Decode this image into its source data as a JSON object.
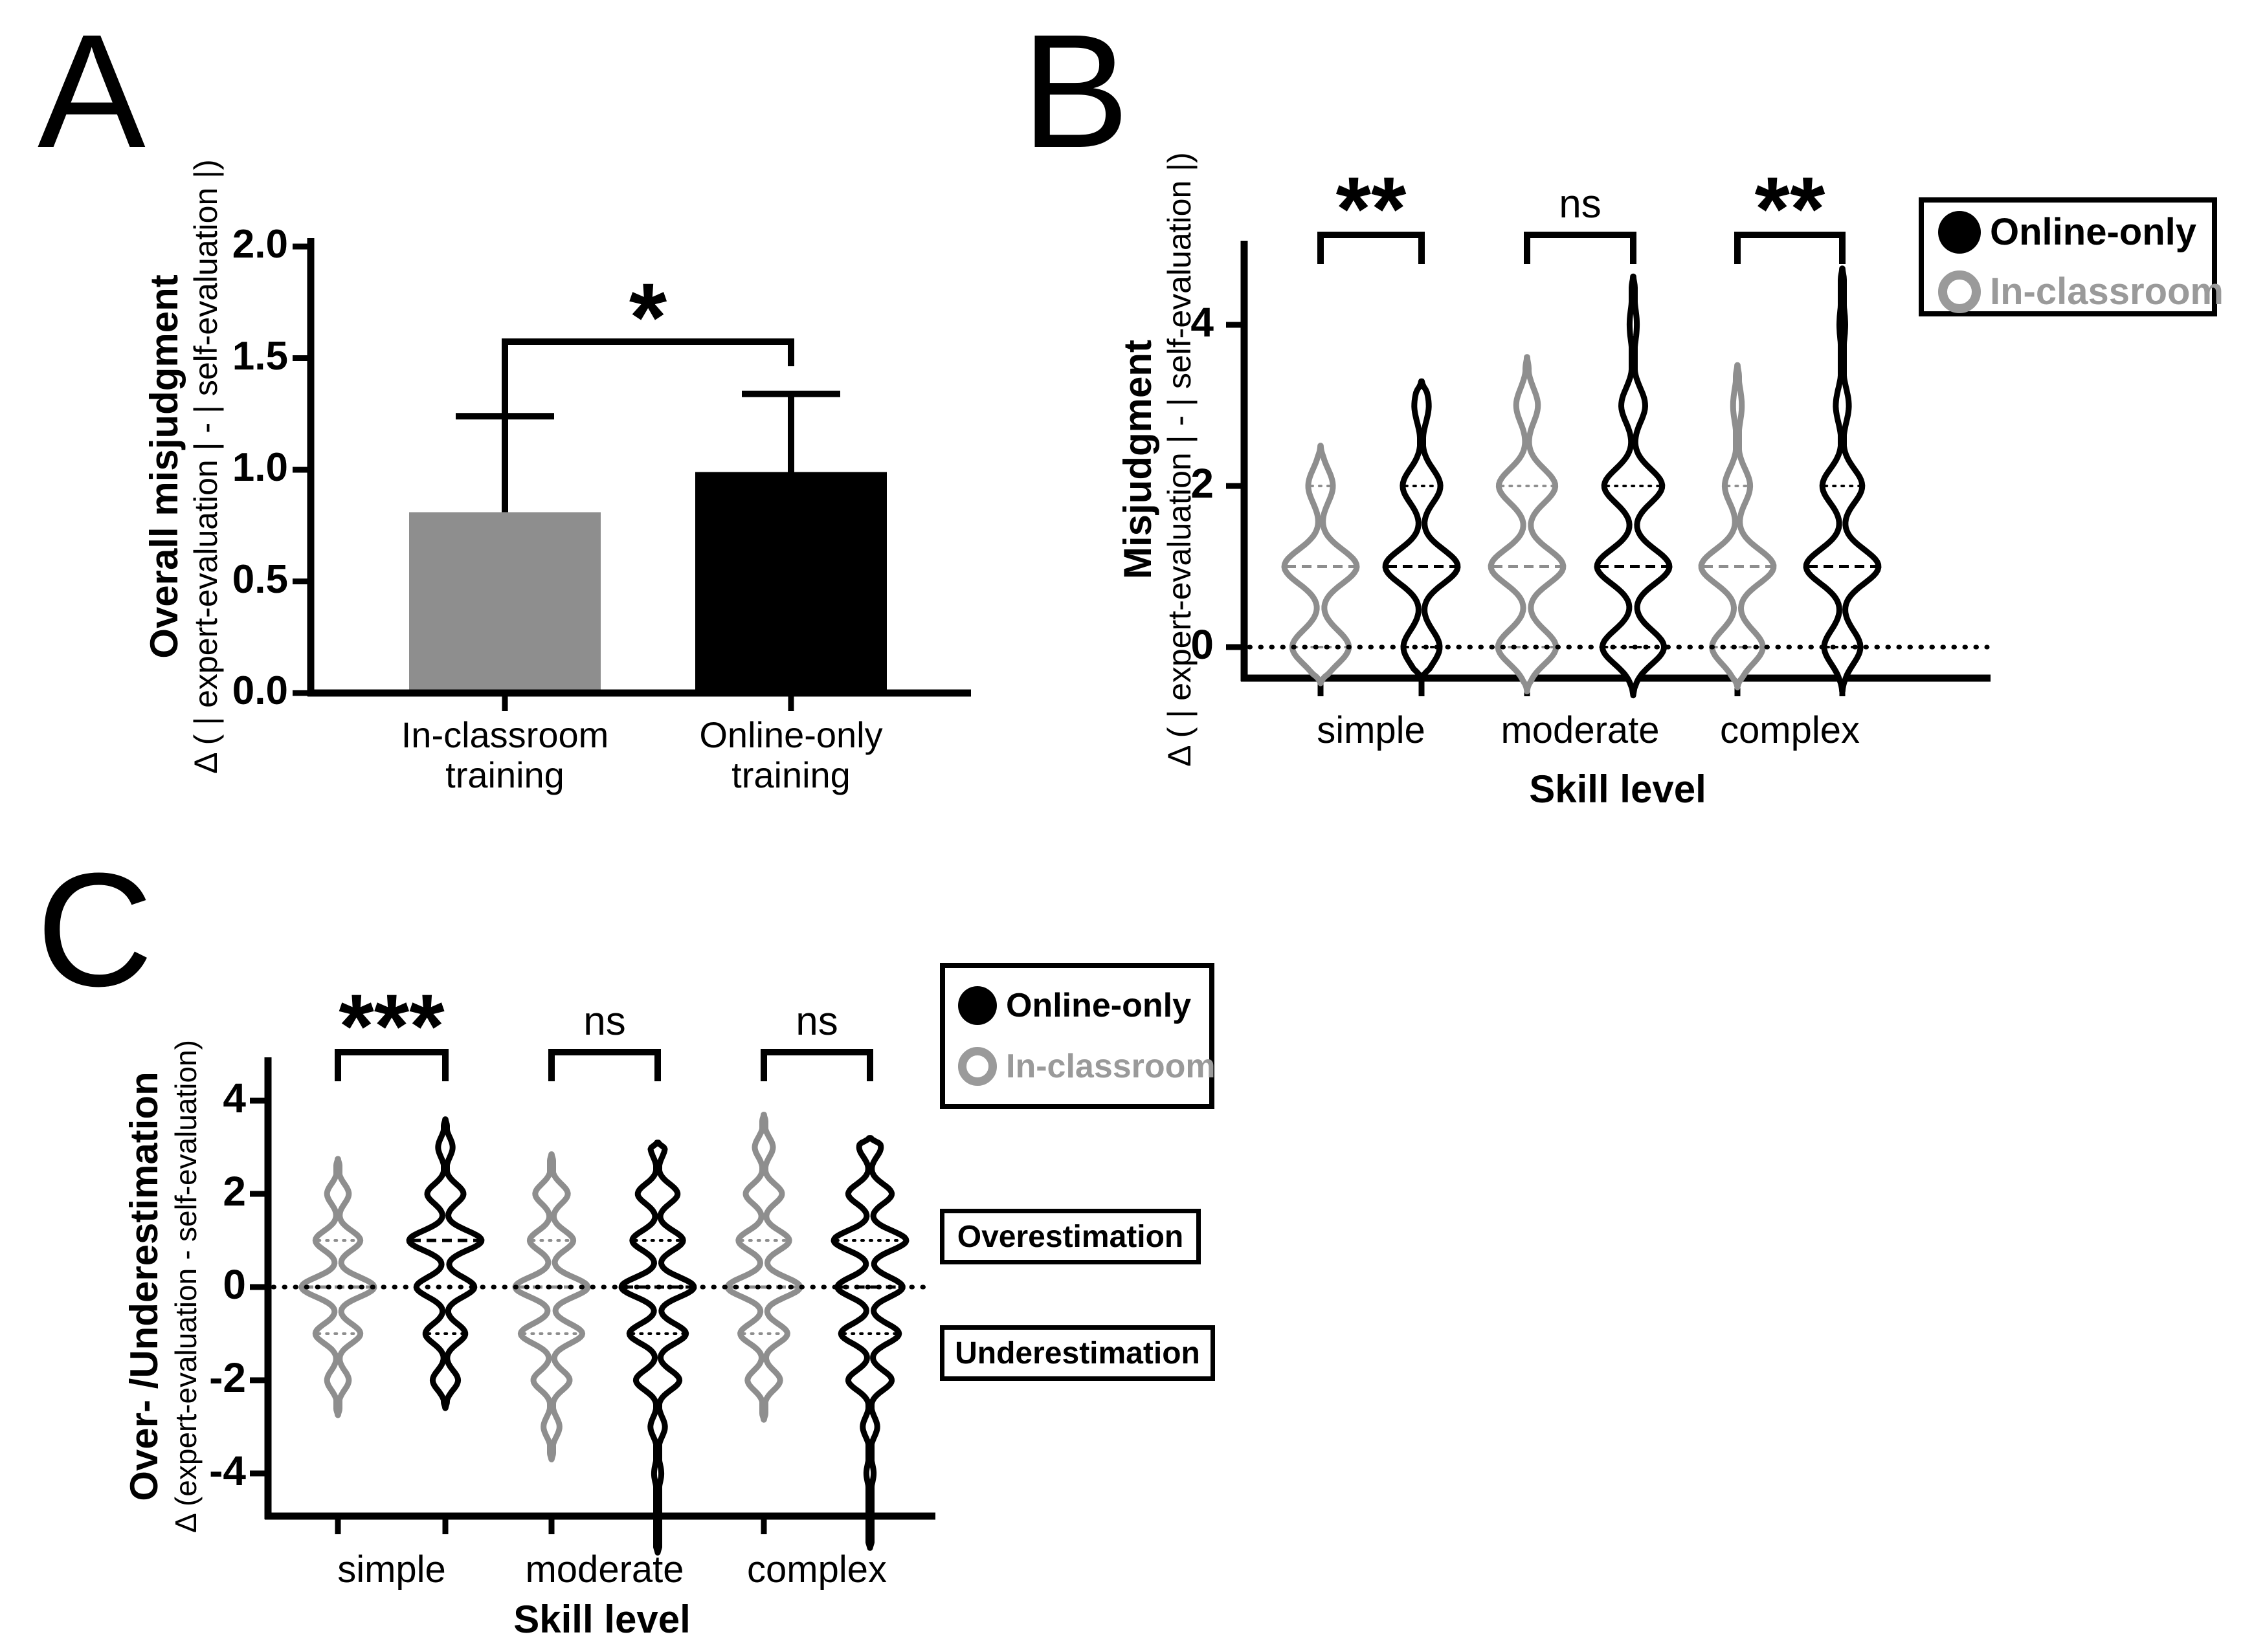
{
  "colors": {
    "black": "#000000",
    "gray": "#8E8E8E",
    "legend_gray": "#9A9A9A",
    "background": "#FFFFFF"
  },
  "chart_data": [
    {
      "id": "A",
      "type": "bar",
      "panel_label": "A",
      "ylabel_bold": "Overall misjudgment",
      "ylabel": "Δ ( | expert-evaluation | - | self-evaluation |)",
      "categories": [
        "In-classroom training",
        "Online-only training"
      ],
      "categories_lines": [
        [
          "In-classroom",
          "training"
        ],
        [
          "Online-only",
          "training"
        ]
      ],
      "values": [
        0.81,
        0.99
      ],
      "error_top": [
        1.24,
        1.34
      ],
      "bar_colors": [
        "#8E8E8E",
        "#000000"
      ],
      "ylim": [
        0,
        2.0
      ],
      "yticks": [
        0,
        0.5,
        1.0,
        1.5,
        2.0
      ],
      "ytick_labels": [
        "0.0",
        "0.5",
        "1.0",
        "1.5",
        "2.0"
      ],
      "significance": {
        "label": "*",
        "between": [
          0,
          1
        ],
        "level": 1.57
      }
    },
    {
      "id": "B",
      "type": "violin",
      "panel_label": "B",
      "ylabel_bold": "Misjudgment",
      "ylabel": "Δ ( | expert-evaluation | - | self-evaluation |)",
      "xlabel": "Skill level",
      "categories": [
        "simple",
        "moderate",
        "complex"
      ],
      "series": [
        "In-classroom",
        "Online-only"
      ],
      "series_colors": [
        "#8E8E8E",
        "#000000"
      ],
      "yticks": [
        0,
        2,
        4
      ],
      "ytick_labels": [
        "0",
        "2",
        "4"
      ],
      "ylim": [
        -0.4,
        5.0
      ],
      "zero_line": 0,
      "significance": [
        {
          "category": "simple",
          "label": "**"
        },
        {
          "category": "moderate",
          "label": "ns"
        },
        {
          "category": "complex",
          "label": "**"
        }
      ],
      "legend": [
        {
          "label": "Online-only",
          "marker": "filled-circle",
          "color": "#000000"
        },
        {
          "label": "In-classroom",
          "marker": "open-circle",
          "color": "#9A9A9A"
        }
      ],
      "violins": [
        {
          "category": "simple",
          "series": "In-classroom",
          "color": "#8E8E8E",
          "min": -0.45,
          "max": 2.5,
          "median": 1,
          "quartiles": [
            0,
            2
          ],
          "bumps": [
            [
              0,
              0.78
            ],
            [
              1,
              1.0
            ],
            [
              2,
              0.34
            ]
          ]
        },
        {
          "category": "simple",
          "series": "Online-only",
          "color": "#000000",
          "min": -0.4,
          "max": 3.3,
          "median": 1,
          "quartiles": [
            0,
            2
          ],
          "bumps": [
            [
              0,
              0.5
            ],
            [
              1,
              1.0
            ],
            [
              2,
              0.52
            ],
            [
              3,
              0.2
            ]
          ]
        },
        {
          "category": "moderate",
          "series": "In-classroom",
          "color": "#8E8E8E",
          "min": -0.55,
          "max": 3.6,
          "median": 1,
          "quartiles": [
            0,
            2
          ],
          "bumps": [
            [
              0,
              0.8
            ],
            [
              1,
              1.0
            ],
            [
              2,
              0.78
            ],
            [
              3,
              0.3
            ]
          ]
        },
        {
          "category": "moderate",
          "series": "Online-only",
          "color": "#000000",
          "min": -0.6,
          "max": 4.6,
          "median": 1,
          "quartiles": [
            0,
            2
          ],
          "bumps": [
            [
              0,
              0.85
            ],
            [
              1,
              1.0
            ],
            [
              2,
              0.8
            ],
            [
              3,
              0.33
            ],
            [
              4,
              0.1
            ]
          ]
        },
        {
          "category": "complex",
          "series": "In-classroom",
          "color": "#8E8E8E",
          "min": -0.5,
          "max": 3.5,
          "median": 1,
          "quartiles": [
            0,
            2
          ],
          "bumps": [
            [
              0,
              0.7
            ],
            [
              1,
              1.0
            ],
            [
              2,
              0.35
            ],
            [
              3,
              0.12
            ]
          ]
        },
        {
          "category": "complex",
          "series": "Online-only",
          "color": "#000000",
          "min": -0.55,
          "max": 4.7,
          "median": 1,
          "quartiles": [
            0,
            2
          ],
          "bumps": [
            [
              0,
              0.5
            ],
            [
              1,
              1.0
            ],
            [
              2,
              0.55
            ],
            [
              3,
              0.18
            ],
            [
              4,
              0.08
            ]
          ]
        }
      ]
    },
    {
      "id": "C",
      "type": "violin",
      "panel_label": "C",
      "ylabel_bold": "Over- /Underestimation",
      "ylabel": "Δ (expert-evaluation - self-evaluation)",
      "xlabel": "Skill level",
      "categories": [
        "simple",
        "moderate",
        "complex"
      ],
      "series": [
        "In-classroom",
        "Online-only"
      ],
      "series_colors": [
        "#8E8E8E",
        "#000000"
      ],
      "yticks": [
        -4,
        -2,
        0,
        2,
        4
      ],
      "ytick_labels": [
        "-4",
        "-2",
        "0",
        "2",
        "4"
      ],
      "ylim": [
        -4.9,
        4.9
      ],
      "zero_line": 0,
      "significance": [
        {
          "category": "simple",
          "label": "***"
        },
        {
          "category": "moderate",
          "label": "ns"
        },
        {
          "category": "complex",
          "label": "ns"
        }
      ],
      "legend": [
        {
          "label": "Online-only",
          "marker": "filled-circle",
          "color": "#000000"
        },
        {
          "label": "In-classroom",
          "marker": "open-circle",
          "color": "#9A9A9A"
        }
      ],
      "annotations": [
        "Overestimation",
        "Underestimation"
      ],
      "violins": [
        {
          "category": "simple",
          "series": "In-classroom",
          "color": "#8E8E8E",
          "min": -2.75,
          "max": 2.75,
          "median": 0,
          "quartiles": [
            1,
            -1
          ],
          "bumps": [
            [
              -2,
              0.3
            ],
            [
              -1,
              0.62
            ],
            [
              0,
              1.0
            ],
            [
              1,
              0.62
            ],
            [
              2,
              0.3
            ]
          ]
        },
        {
          "category": "simple",
          "series": "Online-only",
          "color": "#000000",
          "min": -2.6,
          "max": 3.6,
          "median": 1,
          "quartiles": [
            -1
          ],
          "bumps": [
            [
              -2,
              0.35
            ],
            [
              -1,
              0.55
            ],
            [
              0,
              0.8
            ],
            [
              1,
              1.0
            ],
            [
              2,
              0.5
            ],
            [
              3,
              0.2
            ]
          ]
        },
        {
          "category": "moderate",
          "series": "In-classroom",
          "color": "#8E8E8E",
          "min": -3.7,
          "max": 2.85,
          "median": 0,
          "quartiles": [
            1,
            -1
          ],
          "bumps": [
            [
              -3,
              0.22
            ],
            [
              -2,
              0.5
            ],
            [
              -1,
              0.85
            ],
            [
              0,
              1.0
            ],
            [
              1,
              0.6
            ],
            [
              2,
              0.45
            ]
          ]
        },
        {
          "category": "moderate",
          "series": "Online-only",
          "color": "#000000",
          "min": -5.7,
          "max": 3.1,
          "median": 0,
          "quartiles": [
            1,
            -1
          ],
          "bumps": [
            [
              -4,
              0.1
            ],
            [
              -3,
              0.2
            ],
            [
              -2,
              0.6
            ],
            [
              -1,
              0.78
            ],
            [
              0,
              1.0
            ],
            [
              1,
              0.7
            ],
            [
              2,
              0.55
            ],
            [
              3,
              0.2
            ]
          ]
        },
        {
          "category": "complex",
          "series": "In-classroom",
          "color": "#8E8E8E",
          "min": -2.85,
          "max": 3.7,
          "median": 0,
          "quartiles": [
            1,
            -1
          ],
          "bumps": [
            [
              -2,
              0.45
            ],
            [
              -1,
              0.65
            ],
            [
              0,
              1.0
            ],
            [
              1,
              0.7
            ],
            [
              2,
              0.5
            ],
            [
              3,
              0.25
            ]
          ]
        },
        {
          "category": "complex",
          "series": "Online-only",
          "color": "#000000",
          "min": -5.6,
          "max": 3.2,
          "median": 0,
          "quartiles": [
            1,
            -1
          ],
          "bumps": [
            [
              -4,
              0.1
            ],
            [
              -3,
              0.2
            ],
            [
              -2,
              0.6
            ],
            [
              -1,
              0.8
            ],
            [
              0,
              0.9
            ],
            [
              1,
              1.0
            ],
            [
              2,
              0.6
            ],
            [
              3,
              0.3
            ]
          ]
        }
      ]
    }
  ]
}
